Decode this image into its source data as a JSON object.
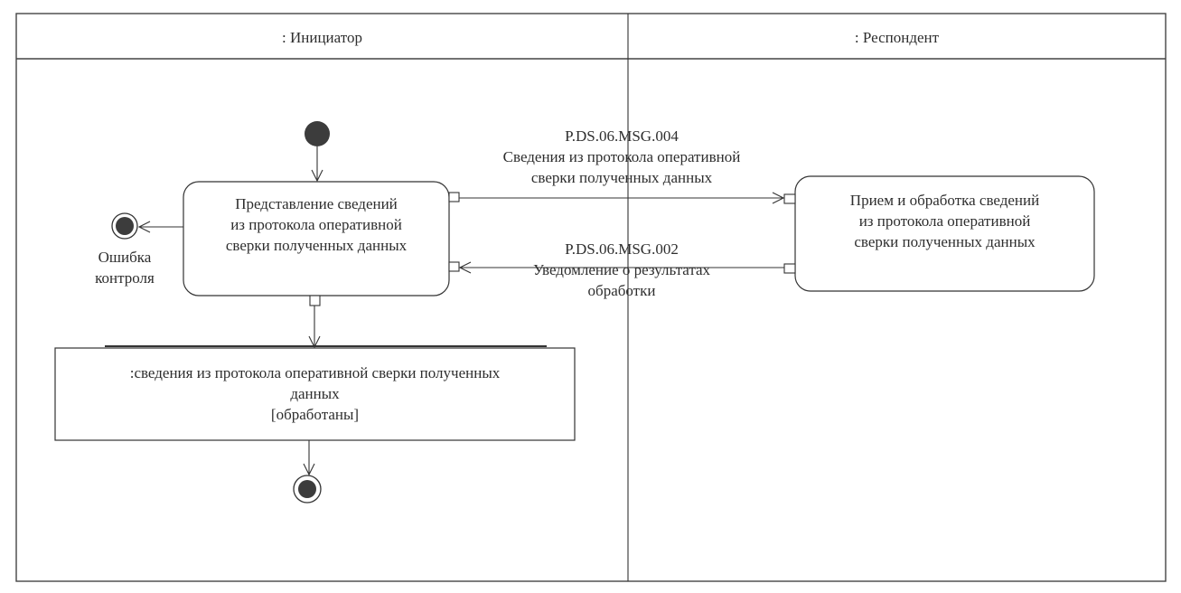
{
  "diagram": {
    "type": "UML activity diagram with swimlanes",
    "swimlanes": [
      {
        "id": "initiator",
        "title": ": Инициатор"
      },
      {
        "id": "respondent",
        "title": ": Респондент"
      }
    ],
    "actions": [
      {
        "id": "a1",
        "lane": "initiator",
        "lines": [
          "Представление сведений",
          "из протокола оперативной",
          "сверки полученных данных"
        ]
      },
      {
        "id": "a2",
        "lane": "respondent",
        "lines": [
          "Прием и обработка сведений",
          "из протокола оперативной",
          "сверки полученных данных"
        ]
      }
    ],
    "object_node": {
      "id": "o1",
      "lines": [
        ":сведения из протокола оперативной сверки полученных",
        "данных",
        "[обработаны]"
      ]
    },
    "final_nodes": [
      {
        "id": "f_error",
        "label_lines": [
          "Ошибка",
          "контроля"
        ]
      },
      {
        "id": "f_end",
        "label_lines": []
      }
    ],
    "messages": [
      {
        "id": "m1",
        "from": "a1",
        "to": "a2",
        "code": "P.DS.06.MSG.004",
        "lines": [
          "Сведения из протокола оперативной",
          "сверки полученных данных"
        ]
      },
      {
        "id": "m2",
        "from": "a2",
        "to": "a1",
        "code": "P.DS.06.MSG.002",
        "lines": [
          "Уведомление о результатах",
          "обработки"
        ]
      }
    ],
    "colors": {
      "line": "#333333",
      "node_fill": "#3c3c3c",
      "background": "#ffffff"
    }
  }
}
